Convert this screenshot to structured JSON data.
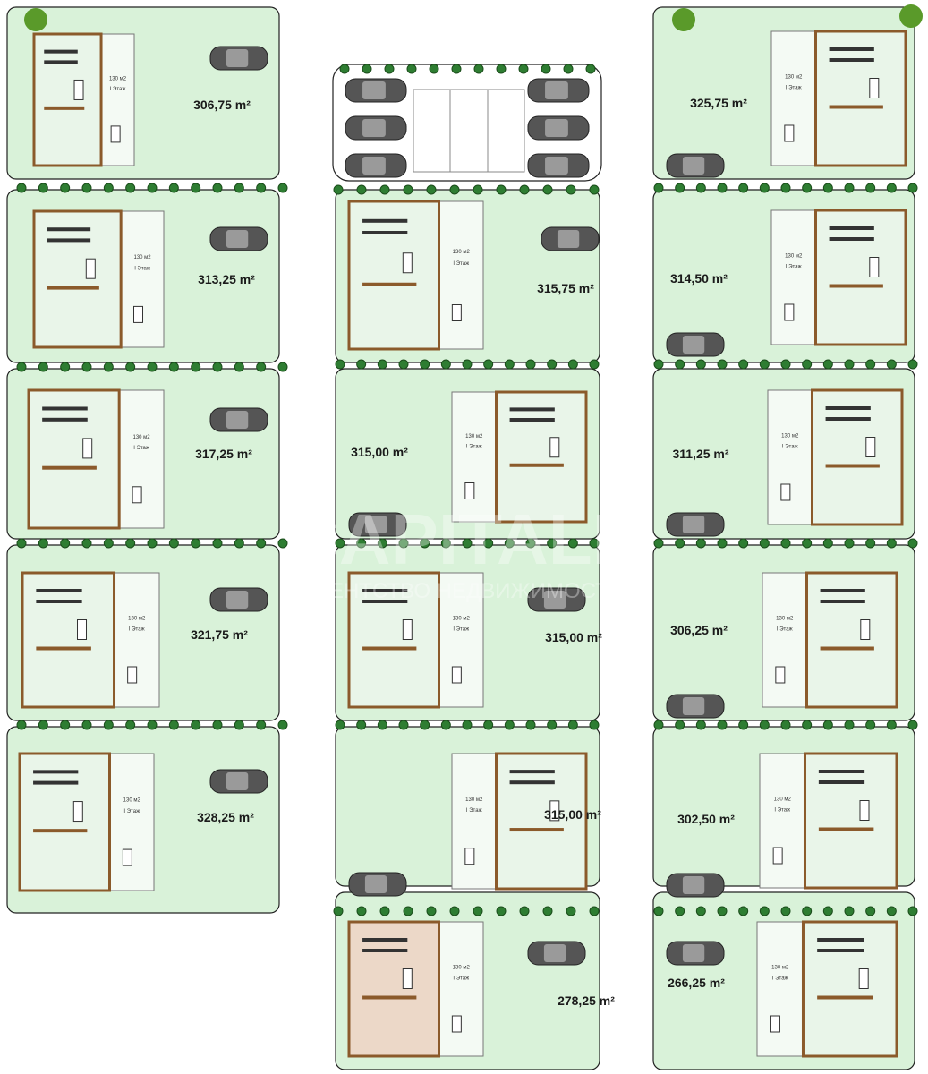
{
  "plots": [
    {
      "id": "r1c1",
      "area": "306,75 m²",
      "house": {
        "area": "130 м2",
        "floor": "I Этаж"
      }
    },
    {
      "id": "r2c1",
      "area": "313,25 m²",
      "house": {
        "area": "130 м2",
        "floor": "I Этаж"
      }
    },
    {
      "id": "r3c1",
      "area": "317,25 m²",
      "house": {
        "area": "130 м2",
        "floor": "I Этаж"
      }
    },
    {
      "id": "r4c1",
      "area": "321,75 m²",
      "house": {
        "area": "130 м2",
        "floor": "I Этаж"
      }
    },
    {
      "id": "r5c1",
      "area": "328,25 m²",
      "house": {
        "area": "130 м2",
        "floor": "I Этаж"
      }
    },
    {
      "id": "r2c2",
      "area": "315,75 m²",
      "house": {
        "area": "130 м2",
        "floor": "I Этаж"
      }
    },
    {
      "id": "r3c2",
      "area": "315,00 m²",
      "house": {
        "area": "130 м2",
        "floor": "I Этаж"
      }
    },
    {
      "id": "r4c2",
      "area": "315,00 m²",
      "house": {
        "area": "130 м2",
        "floor": "I Этаж"
      }
    },
    {
      "id": "r5c2",
      "area": "315,00 m²",
      "house": {
        "area": "130 м2",
        "floor": "I Этаж"
      }
    },
    {
      "id": "r6c2",
      "area": "278,25 m²",
      "house": {
        "area": "130 м2",
        "floor": "I Этаж"
      }
    },
    {
      "id": "r1c3",
      "area": "325,75 m²",
      "house": {
        "area": "130 м2",
        "floor": "I Этаж"
      }
    },
    {
      "id": "r2c3",
      "area": "314,50 m²",
      "house": {
        "area": "130 м2",
        "floor": "I Этаж"
      }
    },
    {
      "id": "r3c3",
      "area": "311,25 m²",
      "house": {
        "area": "130 м2",
        "floor": "I Этаж"
      }
    },
    {
      "id": "r4c3",
      "area": "306,25 m²",
      "house": {
        "area": "130 м2",
        "floor": "I Этаж"
      }
    },
    {
      "id": "r5c3",
      "area": "302,50 m²",
      "house": {
        "area": "130 м2",
        "floor": "I Этаж"
      }
    },
    {
      "id": "r6c3",
      "area": "266,25 m²",
      "house": {
        "area": "130 м2",
        "floor": "I Этаж"
      }
    }
  ],
  "watermark": {
    "brand": "CAPITALE",
    "tagline": "АГЕНТСТВО НЕДВИЖИМОСТИ"
  },
  "colors": {
    "lawn": "#d9f2d9",
    "lawn_border": "#222222",
    "road": "#ffffff",
    "wall": "#8b5a2b",
    "house_floor": "#e9f5e9",
    "highlight_floor": "#ecd8c8",
    "car": "#555555",
    "tree": "#2e7d32"
  }
}
